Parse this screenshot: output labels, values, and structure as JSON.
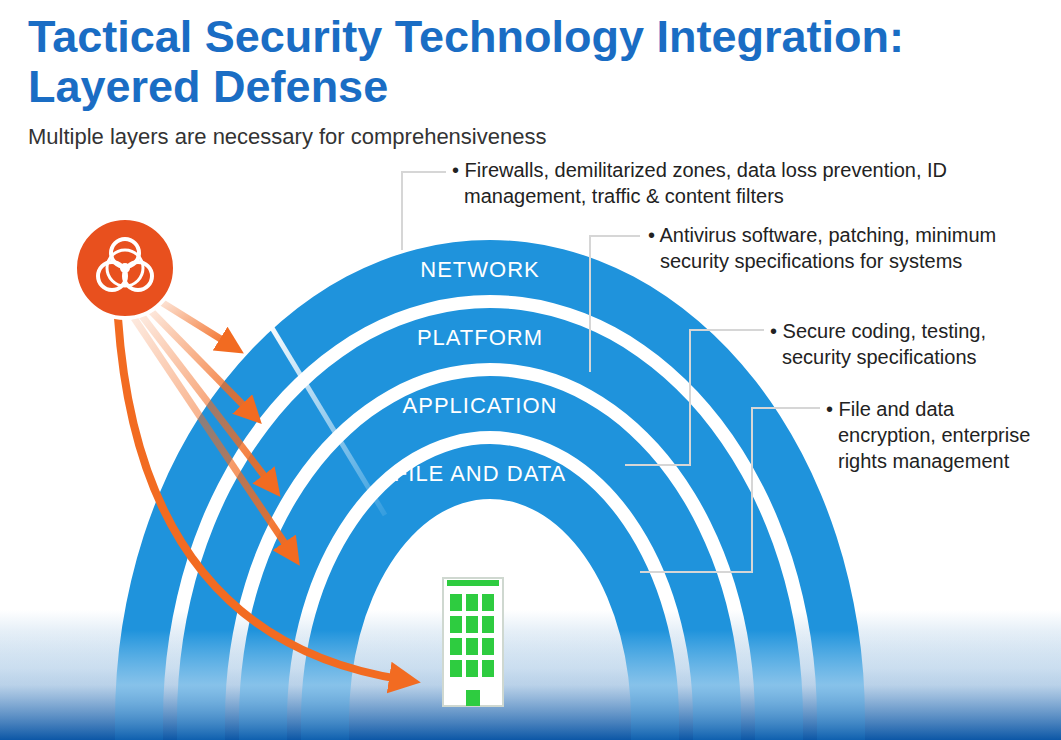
{
  "diagram": {
    "title": "Tactical Security Technology Integration: Layered Defense",
    "nodes": [
      {
        "text": [
          "NETWORK"
        ]
      },
      {
        "text": [
          "PLATFORM"
        ]
      },
      {
        "text": [
          "APPLICATION"
        ]
      },
      {
        "text": [
          "FILE AND DATA"
        ]
      }
    ],
    "labels": [
      "Multiple layers are necessary for comprehensiveness",
      "• Firewalls, demilitarized zones, data loss prevention, ID management, traffic & content filters",
      "• Antivirus software, patching, minimum security specifications for systems",
      "• Secure coding, testing, security specifications",
      "• File and data encryption, enterprise rights management"
    ]
  }
}
